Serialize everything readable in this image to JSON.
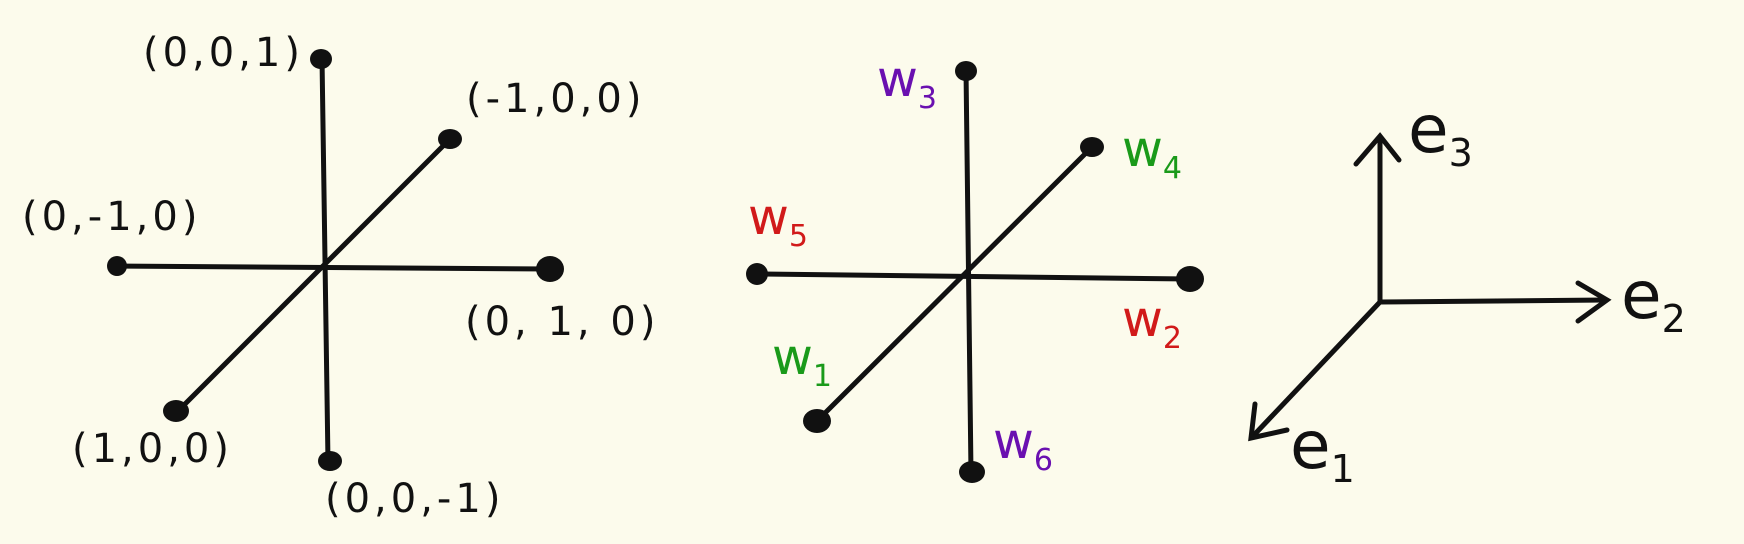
{
  "colors": {
    "background": "#fcfbec",
    "ink": "#111111",
    "green": "#1a9a1a",
    "red": "#d11a1a",
    "purple": "#6a10b0"
  },
  "diagram1": {
    "labels": {
      "plus_e3": "(0,0,1)",
      "minus_e1": "(-1,0,0)",
      "minus_e2": "(0,-1,0)",
      "plus_e2": "(0, 1, 0)",
      "plus_e1": "(1,0,0)",
      "minus_e3": "(0,0,-1)"
    }
  },
  "diagram2": {
    "w1": {
      "base": "w",
      "sub": "1",
      "color": "green"
    },
    "w2": {
      "base": "w",
      "sub": "2",
      "color": "red"
    },
    "w3": {
      "base": "w",
      "sub": "3",
      "color": "purple"
    },
    "w4": {
      "base": "w",
      "sub": "4",
      "color": "green"
    },
    "w5": {
      "base": "w",
      "sub": "5",
      "color": "red"
    },
    "w6": {
      "base": "w",
      "sub": "6",
      "color": "purple"
    }
  },
  "basis": {
    "e1": {
      "base": "e",
      "sub": "1"
    },
    "e2": {
      "base": "e",
      "sub": "2"
    },
    "e3": {
      "base": "e",
      "sub": "3"
    }
  }
}
